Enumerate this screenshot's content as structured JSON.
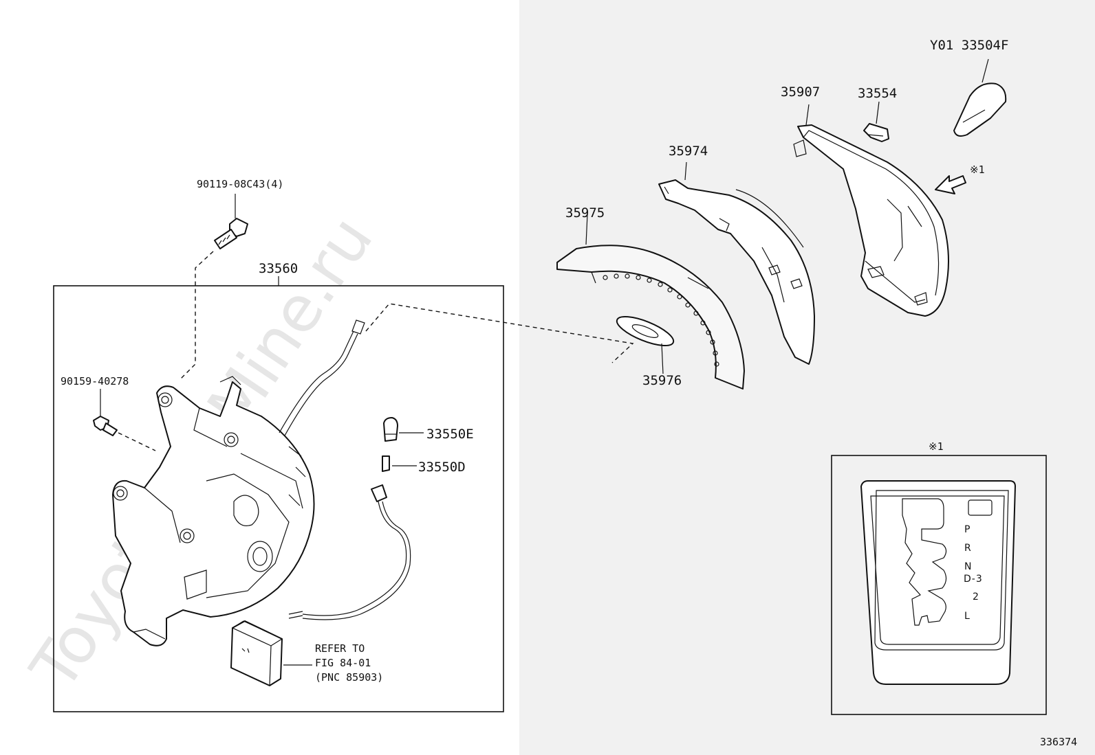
{
  "watermark": "ToyotaCarMine.ru",
  "figure_number": "336374",
  "labels": {
    "knob": "Y01 33504F",
    "p35907": "35907",
    "p33554": "33554",
    "p35974": "35974",
    "p35975": "35975",
    "p35976": "35976",
    "bolt_top": "90119-08C43(4)",
    "bolt_side": "90159-40278",
    "p33560": "33560",
    "p33550E": "33550E",
    "p33550D": "33550D",
    "refer_line1": "REFER TO",
    "refer_line2": "FIG 84-01",
    "refer_line3": "(PNC 85903)",
    "view_mark": "※1",
    "inset_mark": "※1"
  },
  "gear_positions": [
    "P",
    "R",
    "N",
    "D-3",
    "2",
    "L"
  ],
  "colors": {
    "right_panel": "#f1f1f1",
    "ink": "#111111",
    "watermark": "#e6e6e6"
  }
}
